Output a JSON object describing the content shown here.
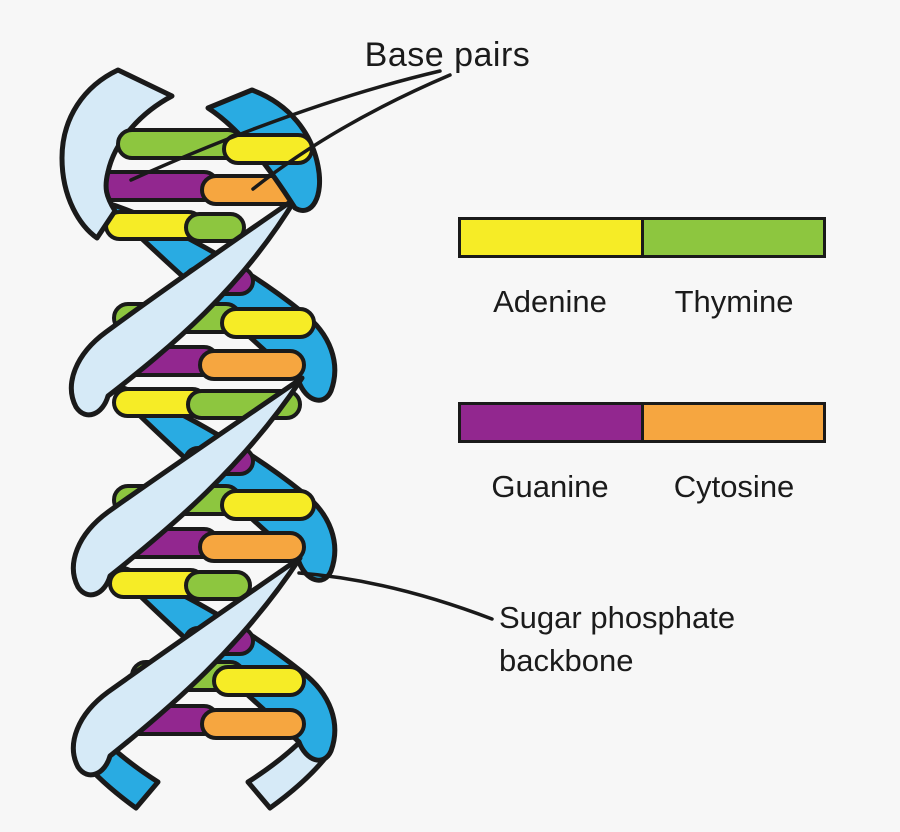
{
  "background_color": "#F7F7F7",
  "annotations": {
    "base_pairs_label": "Base pairs",
    "sugar_phosphate_line1": "Sugar phosphate",
    "sugar_phosphate_line2": "backbone"
  },
  "legend": {
    "pairs": [
      {
        "left": {
          "name": "Adenine",
          "base": "A",
          "color": "#F6EC26"
        },
        "right": {
          "name": "Thymine",
          "base": "T",
          "color": "#8DC63F"
        }
      },
      {
        "left": {
          "name": "Guanine",
          "base": "G",
          "color": "#92278F"
        },
        "right": {
          "name": "Cytosine",
          "base": "C",
          "color": "#F6A640"
        }
      }
    ]
  },
  "helix": {
    "strand_front_color": "#D6EAF7",
    "strand_back_color": "#29ABE2",
    "outline_color": "#1A1A1A",
    "base_colors": {
      "A": "#F6EC26",
      "T": "#8DC63F",
      "G": "#92278F",
      "C": "#F6A640"
    },
    "base_pairs": [
      {
        "left": "T",
        "right": "A",
        "partial": false
      },
      {
        "left": "G",
        "right": "C",
        "partial": false
      },
      {
        "left": "A",
        "right": "T",
        "partial": false
      },
      {
        "left": "G",
        "right": "C",
        "partial": true
      },
      {
        "left": "T",
        "right": "A",
        "partial": false
      },
      {
        "left": "G",
        "right": "C",
        "partial": false
      },
      {
        "left": "A",
        "right": "T",
        "partial": false
      },
      {
        "left": "G",
        "right": "C",
        "partial": true
      },
      {
        "left": "T",
        "right": "A",
        "partial": false
      },
      {
        "left": "G",
        "right": "C",
        "partial": false
      },
      {
        "left": "A",
        "right": "T",
        "partial": false
      },
      {
        "left": "G",
        "right": "C",
        "partial": true
      },
      {
        "left": "T",
        "right": "A",
        "partial": false
      },
      {
        "left": "G",
        "right": "C",
        "partial": false
      }
    ]
  }
}
